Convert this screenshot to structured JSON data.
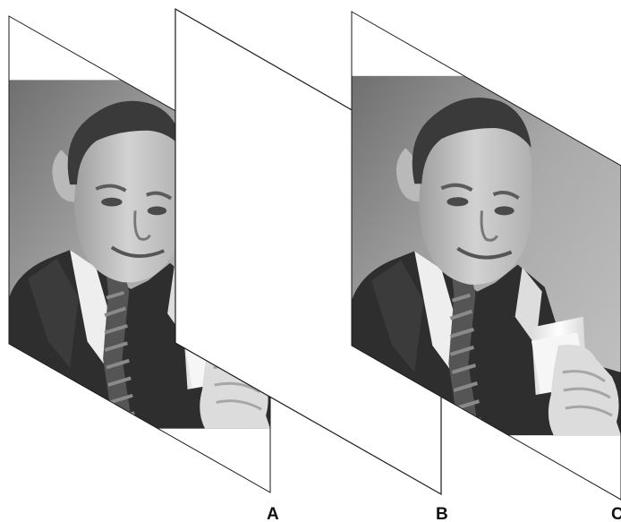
{
  "figure": {
    "panels": [
      {
        "label": "A",
        "content": "photo-of-man-in-suit-holding-glass-of-milk"
      },
      {
        "label": "B",
        "content": "blank-white"
      },
      {
        "label": "C",
        "content": "photo-of-man-in-suit-holding-glass-of-milk"
      }
    ],
    "colors": {
      "background": "#ffffff",
      "outline": "#1a1a1a",
      "photo_bg": "#9c9c9c",
      "suit": "#2e2e2e",
      "shirt": "#eeeeee",
      "skin": "#c9c9c9",
      "hair": "#3a3a3a",
      "milk": "#f4f4f4"
    }
  }
}
